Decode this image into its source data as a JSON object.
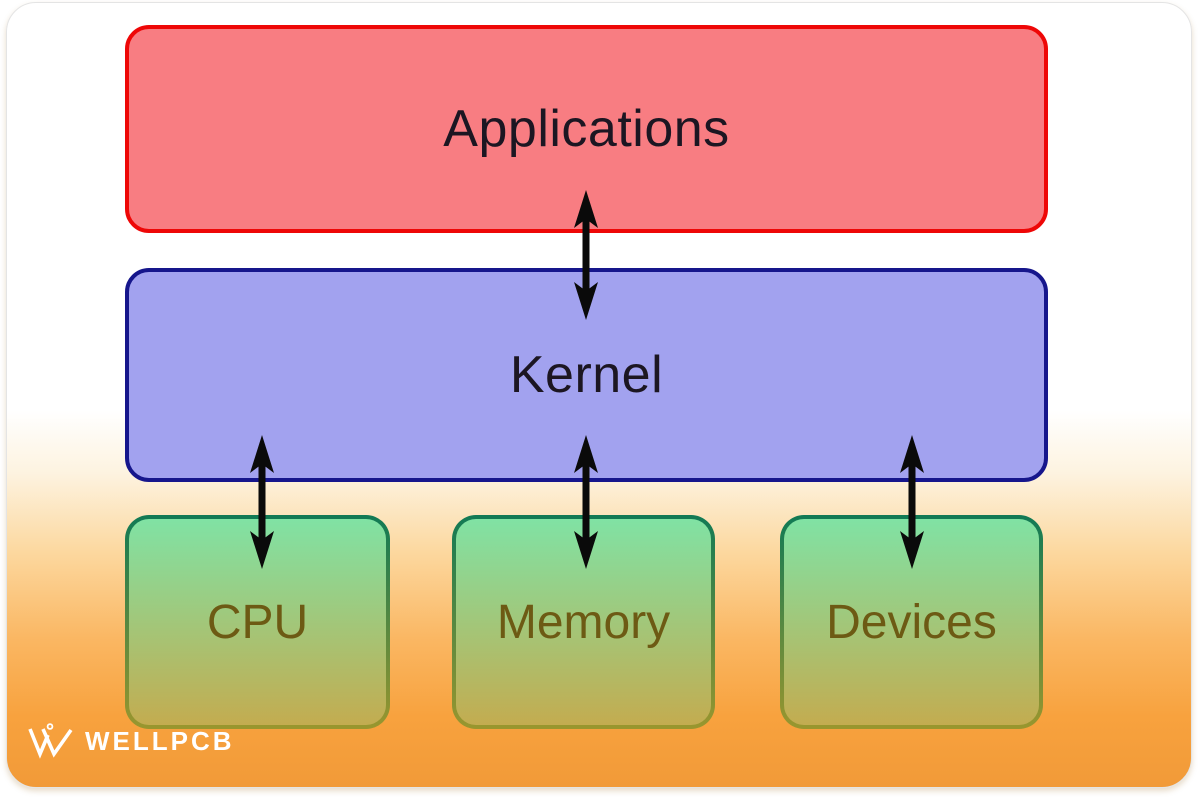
{
  "diagram": {
    "applications_label": "Applications",
    "kernel_label": "Kernel",
    "components": [
      {
        "label": "CPU"
      },
      {
        "label": "Memory"
      },
      {
        "label": "Devices"
      }
    ],
    "arrows": [
      {
        "name": "applications-kernel",
        "type": "bidirectional"
      },
      {
        "name": "kernel-cpu",
        "type": "bidirectional"
      },
      {
        "name": "kernel-memory",
        "type": "bidirectional"
      },
      {
        "name": "kernel-devices",
        "type": "bidirectional"
      }
    ]
  },
  "colors": {
    "app_fill": "#f87d82",
    "app_border": "#ee0707",
    "kernel_fill": "#a2a2ef",
    "kernel_border": "#16168c",
    "comp_fill_top": "#80e2a4",
    "comp_fill_bottom": "#c3ac50",
    "comp_border_top": "#117a55",
    "comp_border_bottom": "#9a962e",
    "comp_label": "#6d5a14",
    "label_dark": "#1c1622",
    "arrow": "#0a0a0a",
    "bg_orange": "#f8a23e",
    "brand_white": "#ffffff"
  },
  "watermark": {
    "brand": "WELLPCB"
  }
}
